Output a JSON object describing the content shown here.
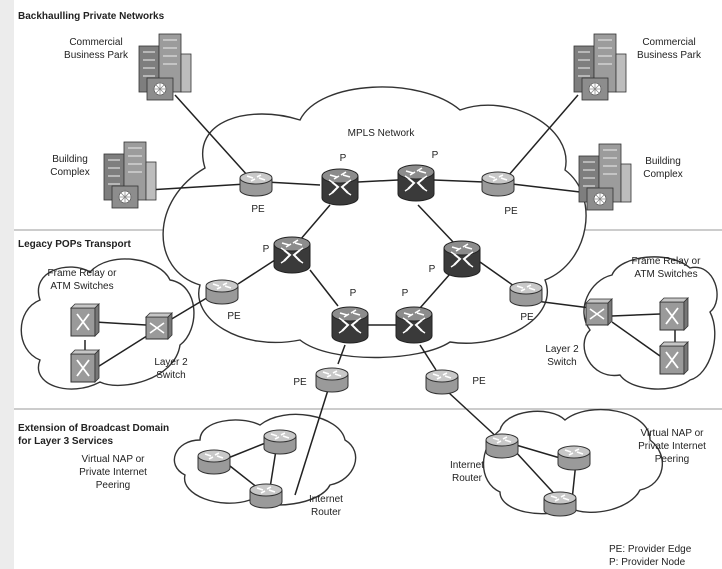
{
  "sections": {
    "backhaul": "Backhaulling Private Networks",
    "legacy": "Legacy POPs Transport",
    "broadcast_line1": "Extension of Broadcast Domain",
    "broadcast_line2": "for Layer 3 Services"
  },
  "labels": {
    "mpls_network": "MPLS Network",
    "commercial_left_1": "Commercial",
    "commercial_left_2": "Business Park",
    "commercial_right_1": "Commercial",
    "commercial_right_2": "Business Park",
    "building_left_1": "Building",
    "building_left_2": "Complex",
    "building_right_1": "Building",
    "building_right_2": "Complex",
    "fr_left_1": "Frame Relay or",
    "fr_left_2": "ATM Switches",
    "fr_right_1": "Frame Relay or",
    "fr_right_2": "ATM Switches",
    "l2_left_1": "Layer 2",
    "l2_left_2": "Switch",
    "l2_right_1": "Layer 2",
    "l2_right_2": "Switch",
    "vnap_left_1": "Virtual NAP or",
    "vnap_left_2": "Private Internet",
    "vnap_left_3": "Peering",
    "vnap_right_1": "Virtual NAP or",
    "vnap_right_2": "Private Internet",
    "vnap_right_3": "Peering",
    "inet_left_1": "Internet",
    "inet_left_2": "Router",
    "inet_right_1": "Internet",
    "inet_right_2": "Router",
    "pe": "PE",
    "p": "P"
  },
  "legend": {
    "pe": "PE: Provider Edge",
    "p": "P: Provider Node"
  },
  "icons": {
    "pe_router": "router-icon",
    "p_router": "core-router-icon",
    "building": "building-icon",
    "atm_switch": "atm-switch-icon",
    "l2_switch": "layer2-switch-icon"
  },
  "colors": {
    "router_face": "#9a9a9a",
    "router_top": "#c4c4c4",
    "core_face": "#3a3a3a",
    "core_top": "#8a8a8a",
    "building": "#9a9a9a"
  }
}
